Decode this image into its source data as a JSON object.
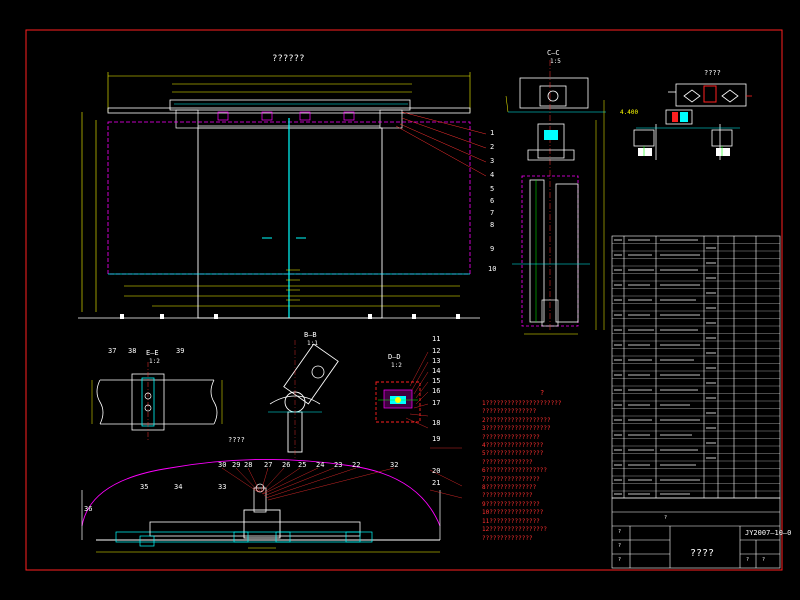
{
  "colors": {
    "frame": "#ff2020",
    "text": "#ffffff",
    "dim": "#ffff00",
    "cyan": "#00ffff",
    "magenta": "#ff00ff",
    "green": "#00ff00"
  },
  "views": {
    "main_title": "??????",
    "section_cc": "C—C",
    "section_cc_scale": "1:5",
    "hydraulic_title": "????",
    "section_bb": "B—B",
    "section_bb_scale": "1:1",
    "section_dd": "D—D",
    "section_dd_scale": "1:2",
    "section_ee": "E—E",
    "section_ee_scale": "1:2",
    "bottom_title": "????",
    "elev": "4.400"
  },
  "leaders_right": [
    "1",
    "2",
    "3",
    "4",
    "5",
    "6",
    "7",
    "8",
    "9",
    "10"
  ],
  "leaders_dd": [
    "11",
    "12",
    "13",
    "14",
    "15",
    "16",
    "17",
    "18",
    "19",
    "20",
    "21"
  ],
  "leaders_bottom": [
    "30",
    "29",
    "28",
    "27",
    "26",
    "25",
    "24",
    "23",
    "22",
    "32"
  ],
  "leaders_left": [
    "33",
    "34",
    "35",
    "36",
    "37",
    "38",
    "39"
  ],
  "notes_title": "?",
  "notes": [
    "1?????????????????????",
    "???????????????",
    "2??????????????????",
    "3??????????????????",
    "????????????????",
    "4????????????????",
    "5????????????????",
    "??????????????",
    "6?????????????????",
    "7???????????????",
    "8??????????????",
    "??????????????",
    "9???????????????",
    "10???????????????",
    "11??????????????",
    "12????????????????",
    "??????????????"
  ],
  "drawing_no": "JY2007—10—0",
  "title_block_name": "????",
  "title_block_cells": [
    "?",
    "?",
    "?",
    "?",
    "?",
    "?"
  ]
}
